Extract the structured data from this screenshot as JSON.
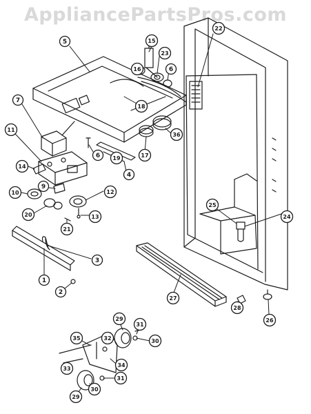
{
  "watermark": {
    "text": "AppliancePartsPros.com"
  },
  "colors": {
    "line": "#1a1a1a",
    "watermark": "#d9d9d9",
    "background": "#ffffff"
  },
  "callouts": [
    {
      "id": "c1",
      "label": "1"
    },
    {
      "id": "c2",
      "label": "2"
    },
    {
      "id": "c3",
      "label": "3"
    },
    {
      "id": "c4",
      "label": "4"
    },
    {
      "id": "c5",
      "label": "5"
    },
    {
      "id": "c6a",
      "label": "6"
    },
    {
      "id": "c6b",
      "label": "6"
    },
    {
      "id": "c7",
      "label": "7"
    },
    {
      "id": "c9",
      "label": "9"
    },
    {
      "id": "c10",
      "label": "10"
    },
    {
      "id": "c11",
      "label": "11"
    },
    {
      "id": "c12",
      "label": "12"
    },
    {
      "id": "c13",
      "label": "13"
    },
    {
      "id": "c14",
      "label": "14"
    },
    {
      "id": "c15",
      "label": "15"
    },
    {
      "id": "c16",
      "label": "16"
    },
    {
      "id": "c17",
      "label": "17"
    },
    {
      "id": "c18",
      "label": "18"
    },
    {
      "id": "c19",
      "label": "19"
    },
    {
      "id": "c20",
      "label": "20"
    },
    {
      "id": "c21",
      "label": "21"
    },
    {
      "id": "c22",
      "label": "22"
    },
    {
      "id": "c23",
      "label": "23"
    },
    {
      "id": "c24",
      "label": "24"
    },
    {
      "id": "c25",
      "label": "25"
    },
    {
      "id": "c26",
      "label": "26"
    },
    {
      "id": "c27",
      "label": "27"
    },
    {
      "id": "c28",
      "label": "28"
    },
    {
      "id": "c29a",
      "label": "29"
    },
    {
      "id": "c29b",
      "label": "29"
    },
    {
      "id": "c30a",
      "label": "30"
    },
    {
      "id": "c30b",
      "label": "30"
    },
    {
      "id": "c31a",
      "label": "31"
    },
    {
      "id": "c31b",
      "label": "31"
    },
    {
      "id": "c32",
      "label": "32"
    },
    {
      "id": "c33",
      "label": "33"
    },
    {
      "id": "c34",
      "label": "34"
    },
    {
      "id": "c35",
      "label": "35"
    },
    {
      "id": "c36",
      "label": "36"
    }
  ]
}
